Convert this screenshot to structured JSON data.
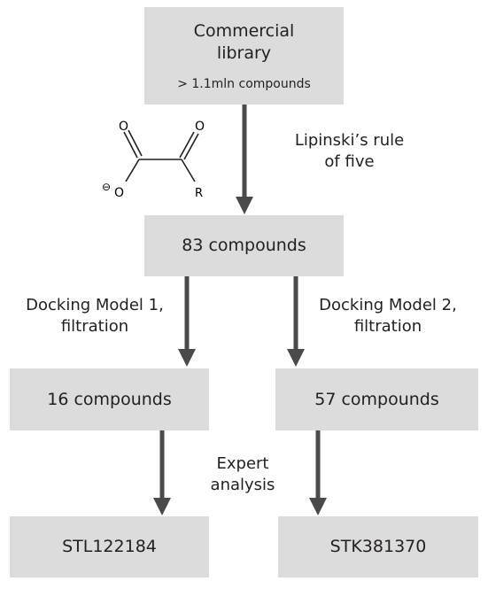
{
  "nodes": {
    "library": {
      "title_line1": "Commercial",
      "title_line2": "library",
      "subtitle": "> 1.1mln compounds"
    },
    "step83": {
      "label": "83 compounds"
    },
    "step16": {
      "label": "16 compounds"
    },
    "step57": {
      "label": "57 compounds"
    },
    "hit1": {
      "label": "STL122184"
    },
    "hit2": {
      "label": "STK381370"
    }
  },
  "edges": {
    "lipinski": {
      "line1": "Lipinski’s rule",
      "line2": "of five"
    },
    "docking1": {
      "line1": "Docking Model 1,",
      "line2": "filtration"
    },
    "docking2": {
      "line1": "Docking Model 2,",
      "line2": "filtration"
    },
    "expert": {
      "line1": "Expert",
      "line2": "analysis"
    }
  },
  "structure": {
    "atom_o1": "O",
    "atom_o2": "O",
    "atom_o3": "O",
    "atom_r": "R",
    "charge": "⊖"
  }
}
